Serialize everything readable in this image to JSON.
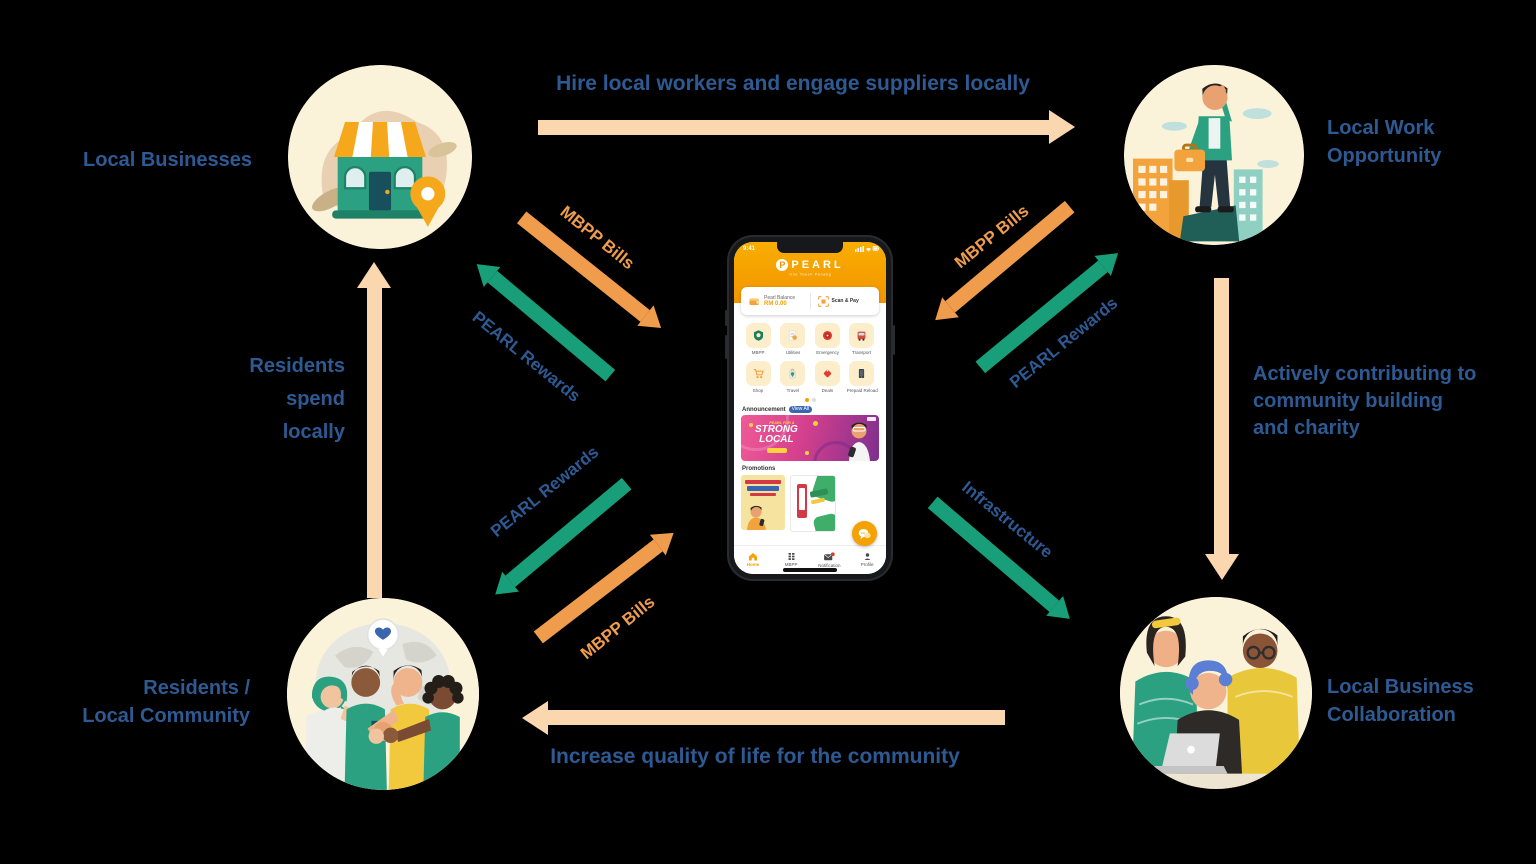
{
  "diagram": {
    "top_label": "Hire local workers and engage suppliers locally",
    "bottom_label": "Increase quality of life for the community",
    "left_lines": [
      "Residents",
      "spend",
      "locally"
    ],
    "right_lines": [
      "Actively contributing to",
      "community building",
      "and charity"
    ],
    "nodes": {
      "local_businesses": "Local Businesses",
      "local_work_lines": [
        "Local Work",
        "Opportunity"
      ],
      "residents_lines": [
        "Residents /",
        "Local Community"
      ],
      "collaboration_lines": [
        "Local Business",
        "Collaboration"
      ]
    },
    "flows": {
      "tl_bills": "MBPP Bills",
      "tl_rewards": "PEARL Rewards",
      "tr_bills": "MBPP Bills",
      "tr_rewards": "PEARL Rewards",
      "bl_bills": "MBPP Bills",
      "bl_rewards": "PEARL Rewards",
      "br_infra": "Infrastructure"
    },
    "colors": {
      "blue": "#2E5A94",
      "orange": "#F09C4D",
      "green": "#189F7A",
      "peach": "#FAD7AF"
    }
  },
  "phone": {
    "status_time": "9:41",
    "logo_text": "PEARL",
    "logo_tagline": "One Touch Penang",
    "balance_label": "Pearl Balance",
    "balance_value": "RM 0.00",
    "scan_label": "Scan & Pay",
    "apps": [
      "MBPP",
      "Utilities",
      "Emergency",
      "Transport",
      "Shop",
      "Travel",
      "Deals",
      "Prepaid Reload"
    ],
    "announcement_label": "Announcement",
    "view_all_label": "View All",
    "banner_kicker": "PEARL FOR A",
    "banner_title_1": "STRONG",
    "banner_title_2": "LOCAL",
    "promotions_label": "Promotions",
    "nav": [
      "Home",
      "MBPP",
      "Notification",
      "Profile"
    ]
  }
}
